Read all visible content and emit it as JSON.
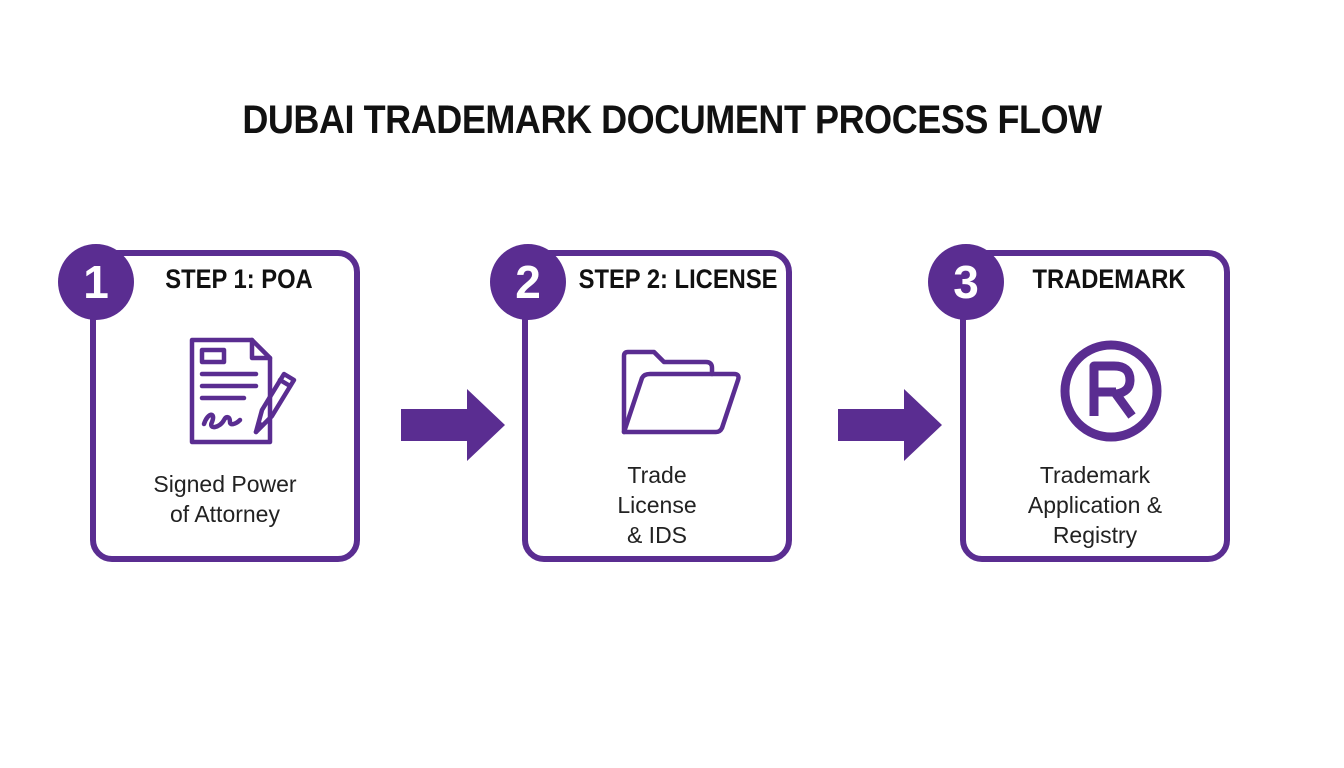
{
  "title": "DUBAI TRADEMARK DOCUMENT PROCESS FLOW",
  "accent_color": "#5a2d91",
  "steps": [
    {
      "number": "1",
      "heading": "STEP 1: POA",
      "icon": "signed-document-icon",
      "caption_lines": [
        "Signed Power",
        "of Attorney"
      ]
    },
    {
      "number": "2",
      "heading": "STEP 2: LICENSE",
      "icon": "open-folder-icon",
      "caption_lines": [
        "Trade",
        "License",
        "& IDS"
      ]
    },
    {
      "number": "3",
      "heading": "TRADEMARK",
      "icon": "registered-trademark-icon",
      "caption_lines": [
        "Trademark",
        "Application &",
        "Registry"
      ]
    }
  ]
}
